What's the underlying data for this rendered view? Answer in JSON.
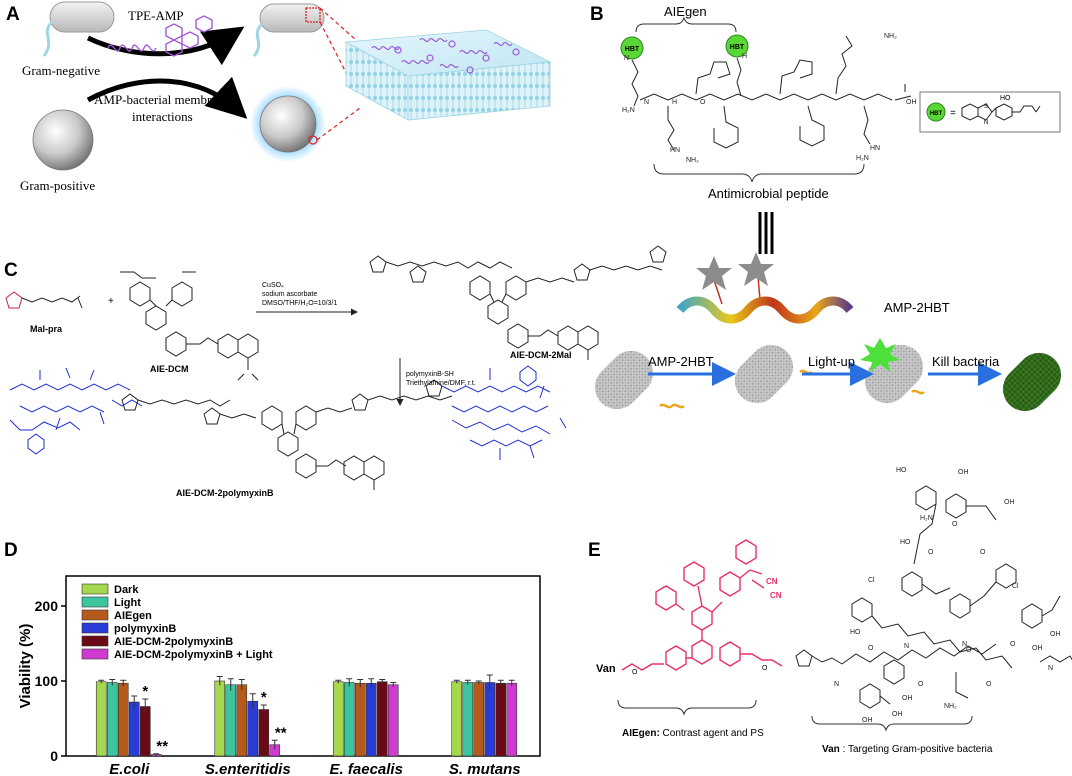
{
  "panels": {
    "a": {
      "label": "A",
      "tpe_amp": "TPE-AMP",
      "gram_negative": "Gram-negative",
      "gram_positive": "Gram-positive",
      "interaction_1": "AMP-bacterial membrane",
      "interaction_2": "interactions"
    },
    "b": {
      "label": "B",
      "aiegen": "AIEgen",
      "hbt_tag": "HBT",
      "amp_caption": "Antimicrobial peptide",
      "probe_name": "AMP-2HBT",
      "arrow_1": "AMP-2HBT",
      "arrow_2": "Light-up",
      "arrow_3": "Kill bacteria"
    },
    "c": {
      "label": "C",
      "mal_pra": "Mal-pra",
      "aie_dcm": "AIE-DCM",
      "cond_1": "CuSO₄",
      "cond_2": "sodium ascorbate",
      "cond_3": "DMSO/THF/H₂O=10/3/1",
      "product_1": "AIE-DCM-2Mal",
      "cond_4": "polymyxinB-SH",
      "cond_5": "Triethylamine/DMF, r.t.",
      "product_2": "AIE-DCM-2polymyxinB"
    },
    "d": {
      "label": "D"
    },
    "e": {
      "label": "E",
      "van": "Van",
      "aiegen_caption_bold": "AIEgen:",
      "aiegen_caption": " Contrast agent and PS",
      "van_caption_bold": "Van",
      "van_caption": " : Targeting Gram-positive bacteria"
    }
  },
  "chart_data": {
    "type": "bar",
    "title": "",
    "xlabel": "",
    "ylabel": "Viability (%)",
    "ylim": [
      0,
      240
    ],
    "yticks": [
      0,
      100,
      200
    ],
    "legend_position": "top-left",
    "categories": [
      "E.coli",
      "S.enteritidis",
      "E. faecalis",
      "S. mutans"
    ],
    "series": [
      {
        "name": "Dark",
        "color": "#a6d84e",
        "values": [
          99,
          100,
          99,
          99
        ],
        "errors": [
          2,
          6,
          2,
          2
        ]
      },
      {
        "name": "Light",
        "color": "#3cc6a0",
        "values": [
          98,
          95,
          98,
          98
        ],
        "errors": [
          4,
          8,
          5,
          3
        ]
      },
      {
        "name": "AIEgen",
        "color": "#b45a1c",
        "values": [
          97,
          95,
          97,
          98
        ],
        "errors": [
          4,
          7,
          5,
          2
        ]
      },
      {
        "name": "polymyxinB",
        "color": "#2a3bd8",
        "values": [
          72,
          73,
          97,
          98
        ],
        "errors": [
          8,
          10,
          6,
          10
        ]
      },
      {
        "name": "AIE-DCM-2polymyxinB",
        "color": "#6a0a16",
        "values": [
          66,
          62,
          99,
          97
        ],
        "errors": [
          10,
          6,
          3,
          4
        ]
      },
      {
        "name": "AIE-DCM-2polymyxinB + Light",
        "color": "#cf3ad0",
        "values": [
          2,
          15,
          95,
          97
        ],
        "errors": [
          1,
          6,
          3,
          4
        ]
      }
    ],
    "annotations": [
      {
        "category": "E.coli",
        "series": "AIE-DCM-2polymyxinB",
        "text": "*"
      },
      {
        "category": "E.coli",
        "series": "AIE-DCM-2polymyxinB + Light",
        "text": "**"
      },
      {
        "category": "S.enteritidis",
        "series": "AIE-DCM-2polymyxinB",
        "text": "*"
      },
      {
        "category": "S.enteritidis",
        "series": "AIE-DCM-2polymyxinB + Light",
        "text": "**"
      }
    ]
  }
}
